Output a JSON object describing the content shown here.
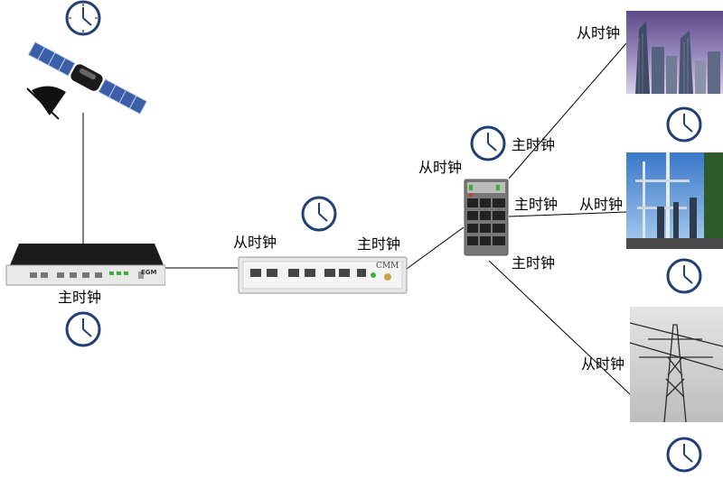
{
  "labels": {
    "grandmaster_role": "主时钟",
    "cmm_slave_role": "从时钟",
    "cmm_master_role": "主时钟",
    "switch_slave_role": "从时钟",
    "switch_master_top": "主时钟",
    "switch_master_mid": "主时钟",
    "switch_master_low": "主时钟",
    "city_slave_role": "从时钟",
    "tower_slave_role": "从时钟",
    "pylon_slave_role": "从时钟"
  },
  "devices": {
    "grandmaster_brand": "EGM",
    "cmm_brand": "CMM"
  },
  "icons": {
    "clock": "clock-icon",
    "satellite": "satellite-icon"
  },
  "colors": {
    "clock_rim": "#1f3f75",
    "clock_face": "#ffffff",
    "line": "#000000",
    "device_body": "#e8e8e8",
    "port_green": "#3cae3c"
  }
}
